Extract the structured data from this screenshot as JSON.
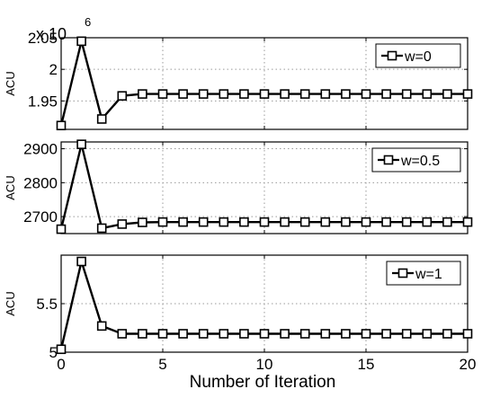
{
  "chart_data": [
    {
      "type": "line",
      "ylabel": "ACU",
      "multiplier": {
        "base": "x 10",
        "exponent": "6"
      },
      "series": [
        {
          "name": "w=0",
          "x": [
            0,
            1,
            2,
            3,
            4,
            5,
            6,
            7,
            8,
            9,
            10,
            11,
            12,
            13,
            14,
            15,
            16,
            17,
            18,
            19,
            20
          ],
          "values": [
            1.9111,
            2.0445,
            1.9214,
            1.958,
            1.961,
            1.961,
            1.961,
            1.961,
            1.961,
            1.961,
            1.961,
            1.961,
            1.961,
            1.961,
            1.961,
            1.961,
            1.961,
            1.961,
            1.961,
            1.961,
            1.961
          ]
        }
      ],
      "xlim": [
        0,
        20
      ],
      "ylim": [
        1.905,
        2.05
      ],
      "yticks": [
        1.95,
        2,
        2.05
      ],
      "ytick_labels": [
        "1.95",
        "2",
        "2.05"
      ],
      "xticks": [
        0,
        5,
        10,
        15,
        20
      ],
      "grid": true,
      "legend": "top-right",
      "marker": "square"
    },
    {
      "type": "line",
      "ylabel": "ACU",
      "series": [
        {
          "name": "w=0.5",
          "x": [
            0,
            1,
            2,
            3,
            4,
            5,
            6,
            7,
            8,
            9,
            10,
            11,
            12,
            13,
            14,
            15,
            16,
            17,
            18,
            19,
            20
          ],
          "values": [
            2663,
            2913,
            2666,
            2678,
            2683,
            2684,
            2684,
            2684,
            2684,
            2684,
            2684,
            2684,
            2684,
            2684,
            2684,
            2684,
            2684,
            2684,
            2684,
            2684,
            2684
          ]
        }
      ],
      "xlim": [
        0,
        20
      ],
      "ylim": [
        2650,
        2920
      ],
      "yticks": [
        2700,
        2800,
        2900
      ],
      "ytick_labels": [
        "2700",
        "2800",
        "2900"
      ],
      "xticks": [
        0,
        5,
        10,
        15,
        20
      ],
      "grid": true,
      "legend": "top-right",
      "marker": "square"
    },
    {
      "type": "line",
      "ylabel": "ACU",
      "xlabel": "Number of Iteration",
      "series": [
        {
          "name": "w=1",
          "x": [
            0,
            1,
            2,
            3,
            4,
            5,
            6,
            7,
            8,
            9,
            10,
            11,
            12,
            13,
            14,
            15,
            16,
            17,
            18,
            19,
            20
          ],
          "values": [
            5.03,
            5.935,
            5.27,
            5.19,
            5.19,
            5.19,
            5.19,
            5.19,
            5.19,
            5.19,
            5.19,
            5.19,
            5.19,
            5.19,
            5.19,
            5.19,
            5.19,
            5.19,
            5.19,
            5.19,
            5.19
          ]
        }
      ],
      "xlim": [
        0,
        20
      ],
      "ylim": [
        5,
        6
      ],
      "yticks": [
        5,
        5.5
      ],
      "ytick_labels": [
        "5",
        "5.5"
      ],
      "xticks": [
        0,
        5,
        10,
        15,
        20
      ],
      "xtick_labels": [
        "0",
        "5",
        "10",
        "15",
        "20"
      ],
      "grid": true,
      "legend": "top-right",
      "marker": "square"
    }
  ]
}
